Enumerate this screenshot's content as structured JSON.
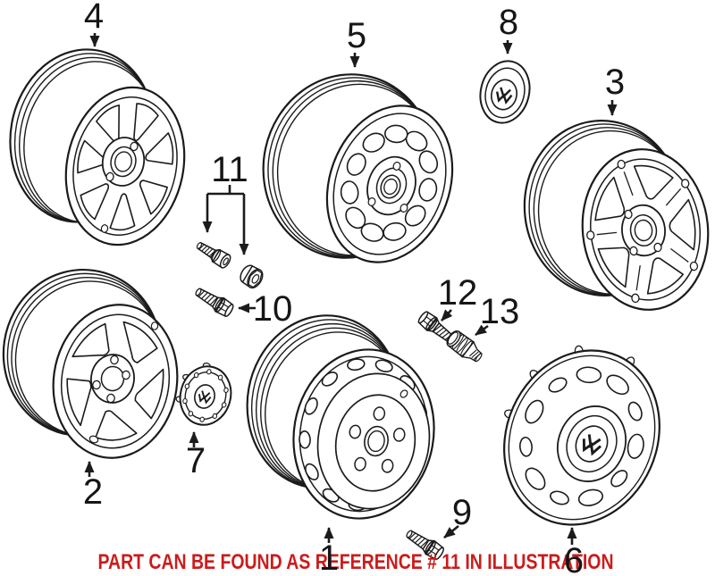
{
  "note": {
    "text": "PART CAN BE FOUND AS REFERENCE # 11 IN ILLUSTRATION",
    "color": "#cc1b1b"
  },
  "callouts": [
    {
      "ref": 1,
      "label": "1"
    },
    {
      "ref": 2,
      "label": "2"
    },
    {
      "ref": 3,
      "label": "3"
    },
    {
      "ref": 4,
      "label": "4"
    },
    {
      "ref": 5,
      "label": "5"
    },
    {
      "ref": 6,
      "label": "6"
    },
    {
      "ref": 7,
      "label": "7"
    },
    {
      "ref": 8,
      "label": "8"
    },
    {
      "ref": 9,
      "label": "9"
    },
    {
      "ref": 10,
      "label": "10"
    },
    {
      "ref": 11,
      "label": "11"
    },
    {
      "ref": 12,
      "label": "12"
    },
    {
      "ref": 13,
      "label": "13"
    }
  ],
  "colors": {
    "line": "#1b1b1b",
    "background": "#ffffff",
    "note_red": "#cc1b1b"
  }
}
